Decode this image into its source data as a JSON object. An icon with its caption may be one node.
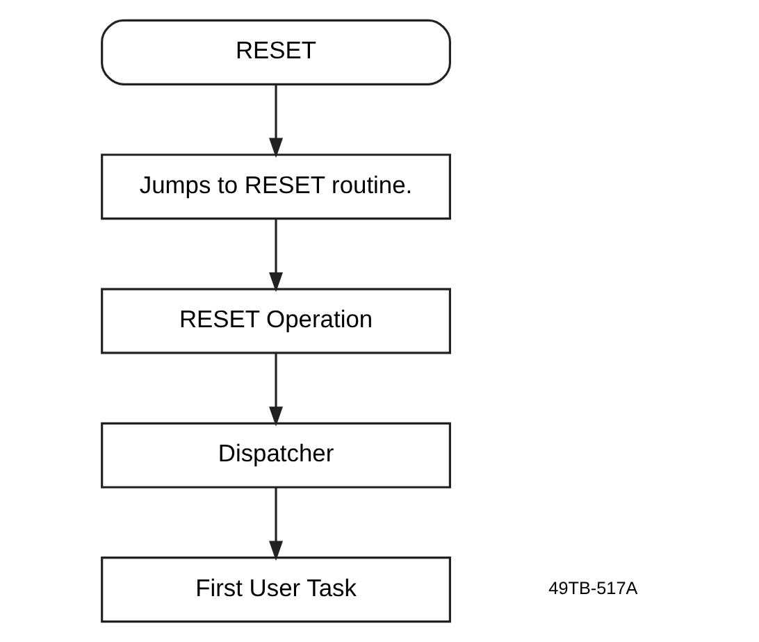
{
  "diagram": {
    "nodes": [
      {
        "text": [
          "RESET"
        ]
      },
      {
        "text": [
          "Jumps to RESET routine."
        ]
      },
      {
        "text": [
          "RESET Operation"
        ]
      },
      {
        "text": [
          "Dispatcher"
        ]
      },
      {
        "text": [
          "First User Task"
        ]
      }
    ],
    "edges": [
      {
        "from": 0,
        "to": 1,
        "arrow": "to"
      },
      {
        "from": 1,
        "to": 2,
        "arrow": "to"
      },
      {
        "from": 2,
        "to": 3,
        "arrow": "to"
      },
      {
        "from": 3,
        "to": 4,
        "arrow": "to"
      }
    ],
    "labels": [
      "49TB-517A"
    ]
  }
}
